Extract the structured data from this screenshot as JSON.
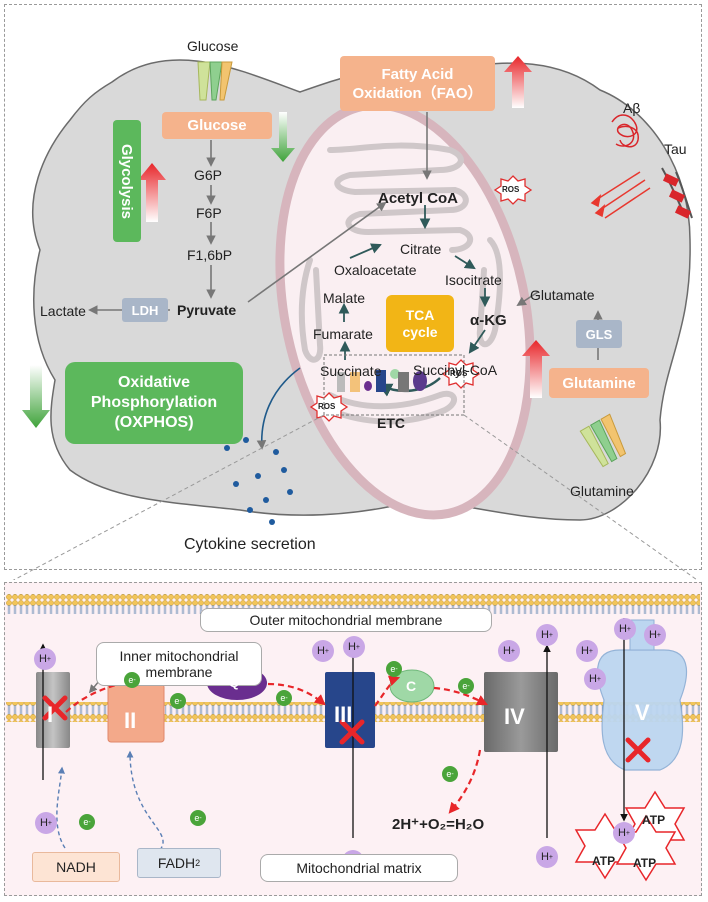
{
  "top": {
    "glucose_outside": "Glucose",
    "glucose_box": "Glucose",
    "glycolysis": "Glycolysis",
    "g6p": "G6P",
    "f6p": "F6P",
    "f16bp": "F1,6bP",
    "ldh": "LDH",
    "pyruvate": "Pyruvate",
    "lactate": "Lactate",
    "fao_line1": "Fatty Acid",
    "fao_line2": "Oxidation（FAO）",
    "acetyl_coa": "Acetyl CoA",
    "ros": "ROS",
    "citrate": "Citrate",
    "oxaloacetate": "Oxaloacetate",
    "isocitrate": "Isocitrate",
    "malate": "Malate",
    "tca_line1": "TCA",
    "tca_line2": "cycle",
    "akg": "α-KG",
    "fumarate": "Fumarate",
    "succinate": "Succinate",
    "succinyl_coa": "Succinyl-CoA",
    "glutamate": "Glutamate",
    "gls": "GLS",
    "glutamine_box": "Glutamine",
    "glutamine_outside": "Glutamine",
    "abeta": "Aβ",
    "tau": "Tau",
    "oxphos_line1": "Oxidative",
    "oxphos_line2": "Phosphorylation",
    "oxphos_line3": "(OXPHOS)",
    "etc": "ETC",
    "cytokine": "Cytokine secretion"
  },
  "bottom": {
    "outer_membrane": "Outer mitochondrial membrane",
    "inner_membrane_line1": "Inner mitochondrial",
    "inner_membrane_line2": "membrane",
    "complex_I": "I",
    "complex_II": "II",
    "complex_III": "III",
    "complex_IV": "IV",
    "complex_V": "V",
    "q": "Q",
    "c": "C",
    "h": "H",
    "plus": "+",
    "e": "e",
    "minus": "-",
    "water_eq": "2H⁺+O₂=H₂O",
    "nadh": "NADH",
    "fadh_main": "FADH",
    "fadh_sub": "2",
    "matrix": "Mitochondrial matrix",
    "atp": "ATP"
  },
  "colors": {
    "cell_fill": "#d9d9d9",
    "mito_fill": "#faeff2",
    "orange": "#f5b38c",
    "green": "#5cb85c",
    "red_arrow": "#e8382f",
    "complex_III": "#27468b",
    "q_fill": "#6a2e8f",
    "c_fill": "#9fd8a6"
  }
}
